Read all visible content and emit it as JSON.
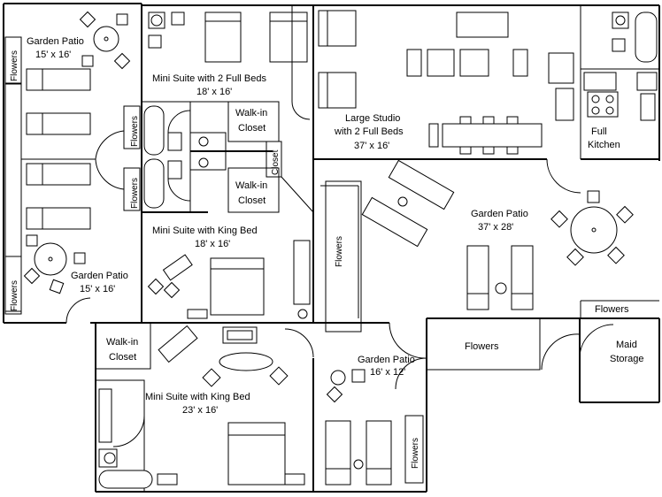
{
  "rooms": [
    {
      "name": "Garden Patio",
      "size": "15' x 16'"
    },
    {
      "name": "Mini Suite with 2 Full Beds",
      "size": "18' x 16'"
    },
    {
      "name": "Large Studio",
      "line2": "with 2 Full Beds",
      "size": "37' x 16'"
    },
    {
      "name": "Full",
      "line2": "Kitchen"
    },
    {
      "name": "Walk-in",
      "line2": "Closet"
    },
    {
      "name": "Closet"
    },
    {
      "name": "Walk-in",
      "line2": "Closet"
    },
    {
      "name": "Garden Patio",
      "size": "37' x 28'"
    },
    {
      "name": "Mini Suite with King Bed",
      "size": "18' x 16'"
    },
    {
      "name": "Garden Patio",
      "size": "15' x 16'"
    },
    {
      "name": "Flowers"
    },
    {
      "name": "Maid",
      "line2": "Storage"
    },
    {
      "name": "Flowers"
    },
    {
      "name": "Walk-in",
      "line2": "Closet"
    },
    {
      "name": "Garden Patio",
      "size": "16' x 12'"
    },
    {
      "name": "Mini Suite with King Bed",
      "size": "23' x 16'"
    }
  ],
  "flower_labels": [
    "Flowers",
    "Flowers",
    "Flowers",
    "Flowers",
    "Flowers",
    "Flowers"
  ]
}
